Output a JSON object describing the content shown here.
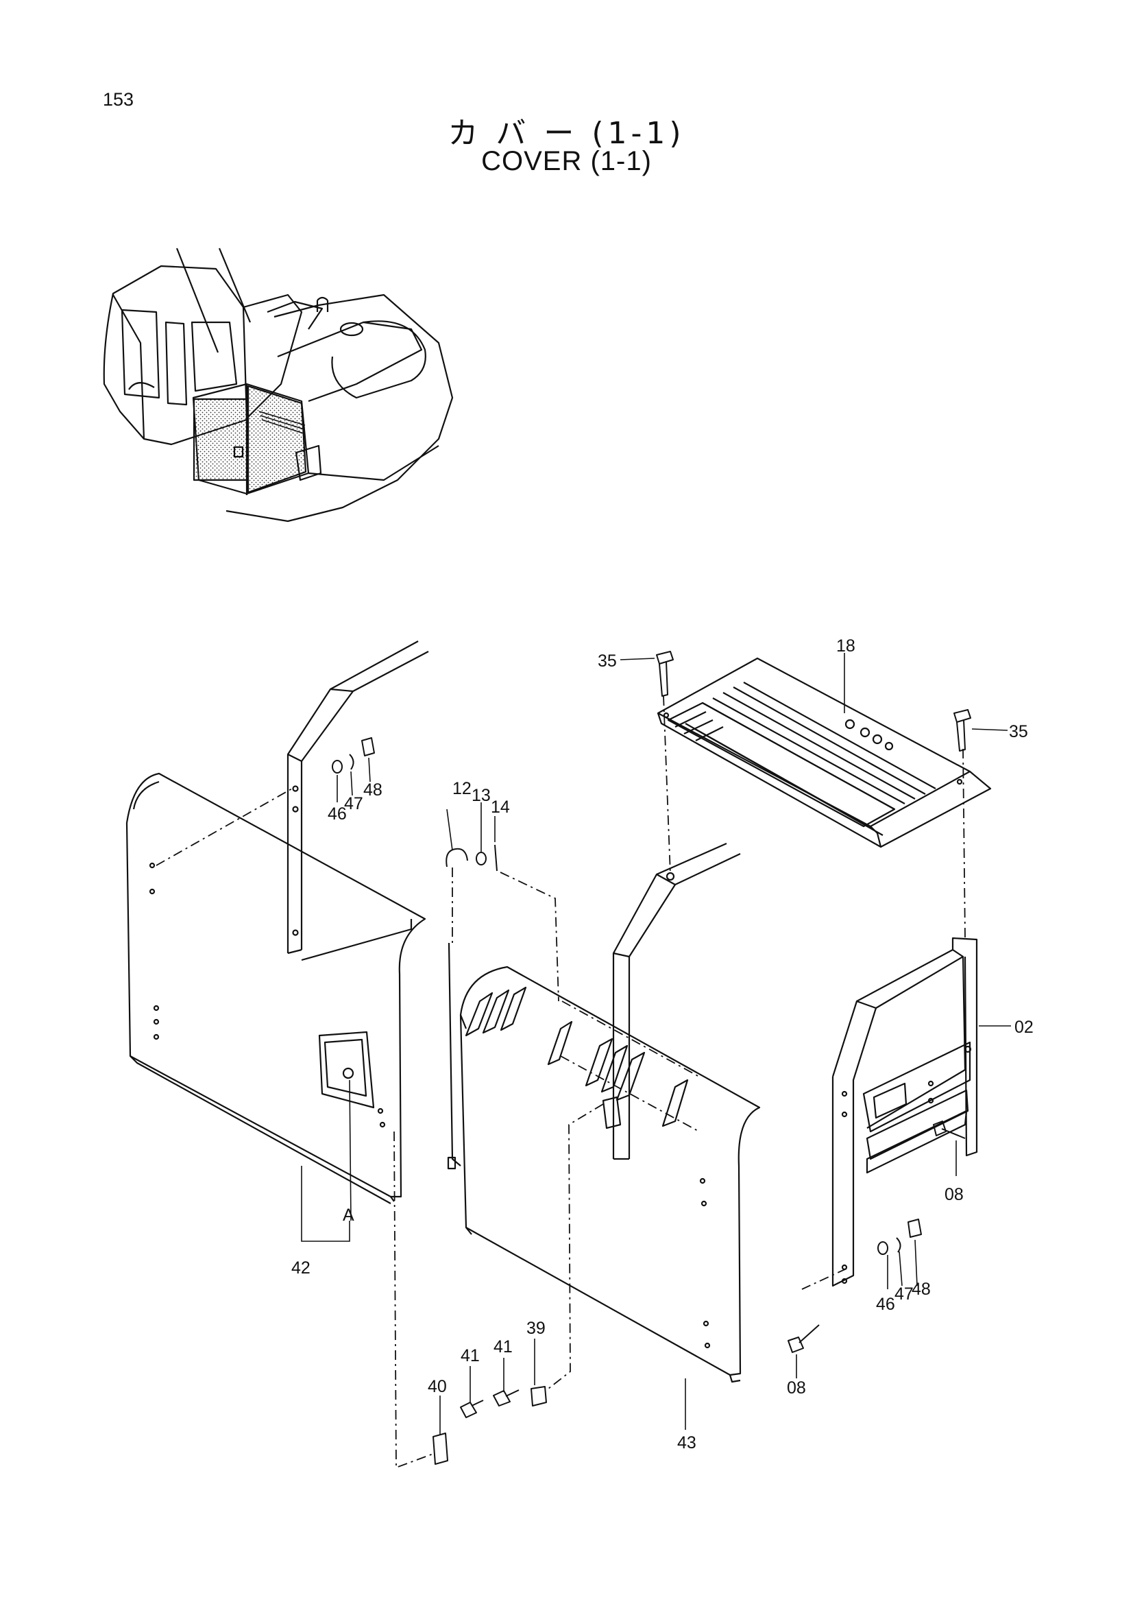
{
  "page": {
    "number": "153"
  },
  "title": {
    "japanese": "カ バ ー  (1-1)",
    "english": "COVER (1-1)"
  },
  "callouts": {
    "c02": "02",
    "c08a": "08",
    "c08b": "08",
    "c12": "12",
    "c13": "13",
    "c14": "14",
    "c18": "18",
    "c35a": "35",
    "c35b": "35",
    "c39": "39",
    "c40": "40",
    "c41a": "41",
    "c41b": "41",
    "c42": "42",
    "c43": "43",
    "c46a": "46",
    "c46b": "46",
    "c47a": "47",
    "c47b": "47",
    "c48a": "48",
    "c48b": "48",
    "ref_a": "A"
  }
}
